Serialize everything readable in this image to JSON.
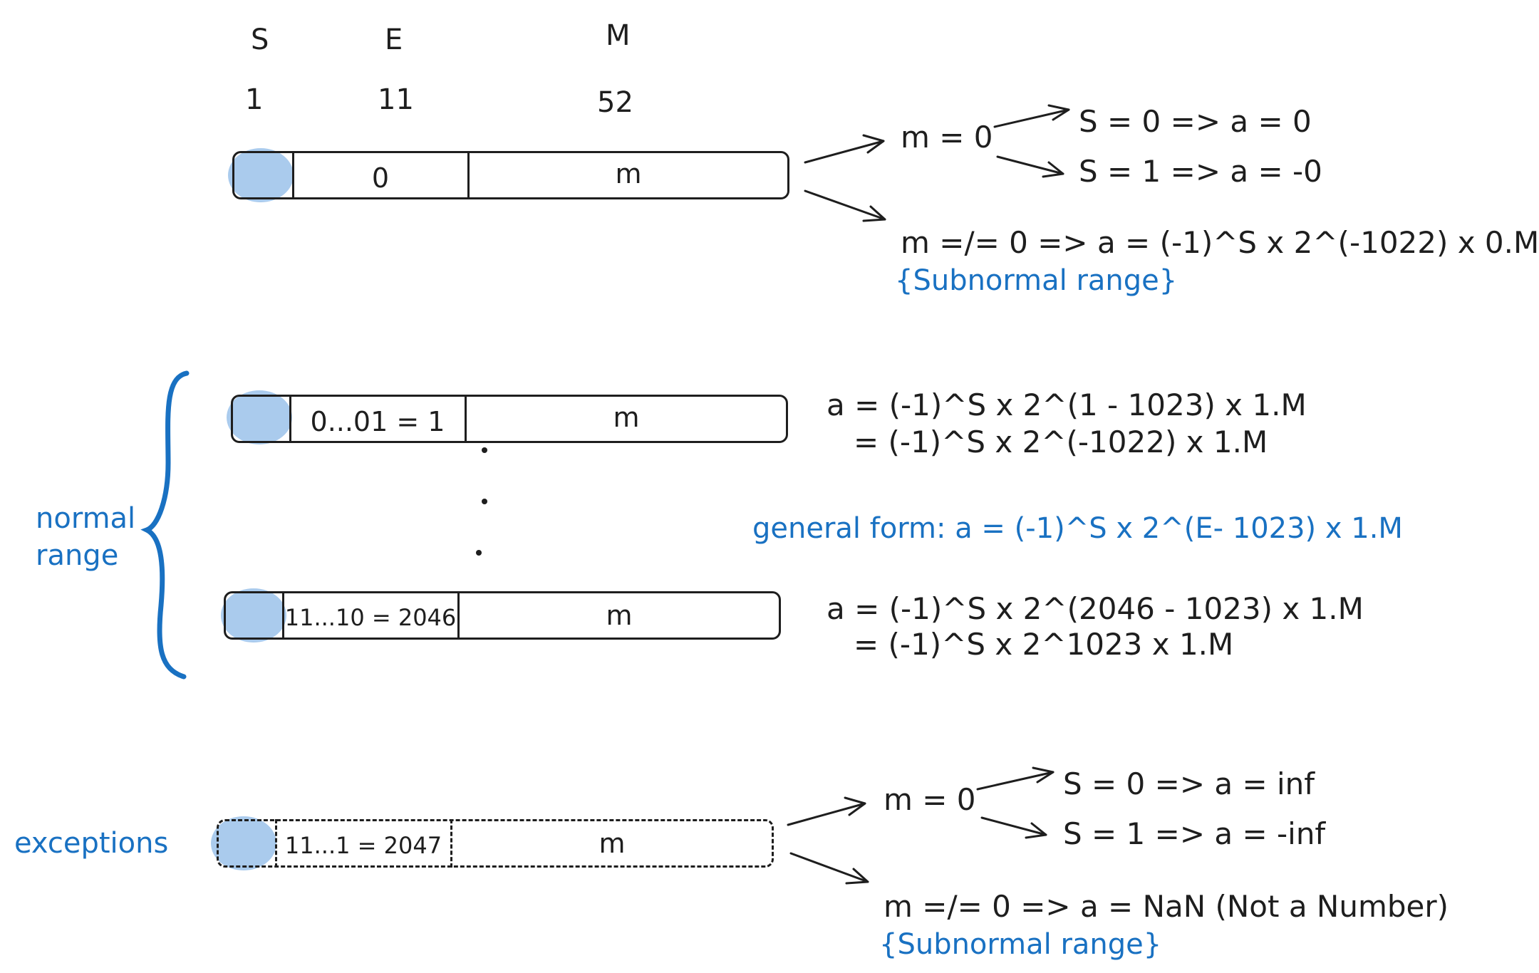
{
  "header": {
    "s_label": "S",
    "e_label": "E",
    "m_label": "M",
    "s_bits": "1",
    "e_bits": "11",
    "m_bits": "52"
  },
  "row_zero": {
    "exp_value": "0",
    "mant_value": "m",
    "branch_m0": "m = 0",
    "case_s0": "S = 0 => a = 0",
    "case_s1": "S = 1 => a = -0",
    "branch_mnz": "m =/= 0 => a = (-1)^S x 2^(-1022) x 0.M",
    "note": "{Subnormal range}"
  },
  "row_min": {
    "exp_value": "0...01 = 1",
    "mant_value": "m",
    "formula_line1": "a = (-1)^S x 2^(1 - 1023) x 1.M",
    "formula_line2": "= (-1)^S x 2^(-1022) x 1.M"
  },
  "general_form": "general form: a = (-1)^S x 2^(E- 1023) x 1.M",
  "normal_range_label_1": "normal",
  "normal_range_label_2": "range",
  "row_max": {
    "exp_value": "11...10 = 2046",
    "mant_value": "m",
    "formula_line1": "a = (-1)^S x 2^(2046 - 1023) x 1.M",
    "formula_line2": "= (-1)^S x 2^1023 x 1.M"
  },
  "exceptions_label": "exceptions",
  "row_exc": {
    "exp_value": "11...1 = 2047",
    "mant_value": "m",
    "branch_m0": "m = 0",
    "case_s0": "S = 0 => a = inf",
    "case_s1": "S = 1 => a = -inf",
    "branch_mnz": "m =/= 0 => a = NaN (Not a Number)",
    "note": "{Subnormal range}"
  },
  "colors": {
    "ink": "#1e1e1e",
    "accent": "#1971c2",
    "sign_fill": "#a5c8ec"
  }
}
